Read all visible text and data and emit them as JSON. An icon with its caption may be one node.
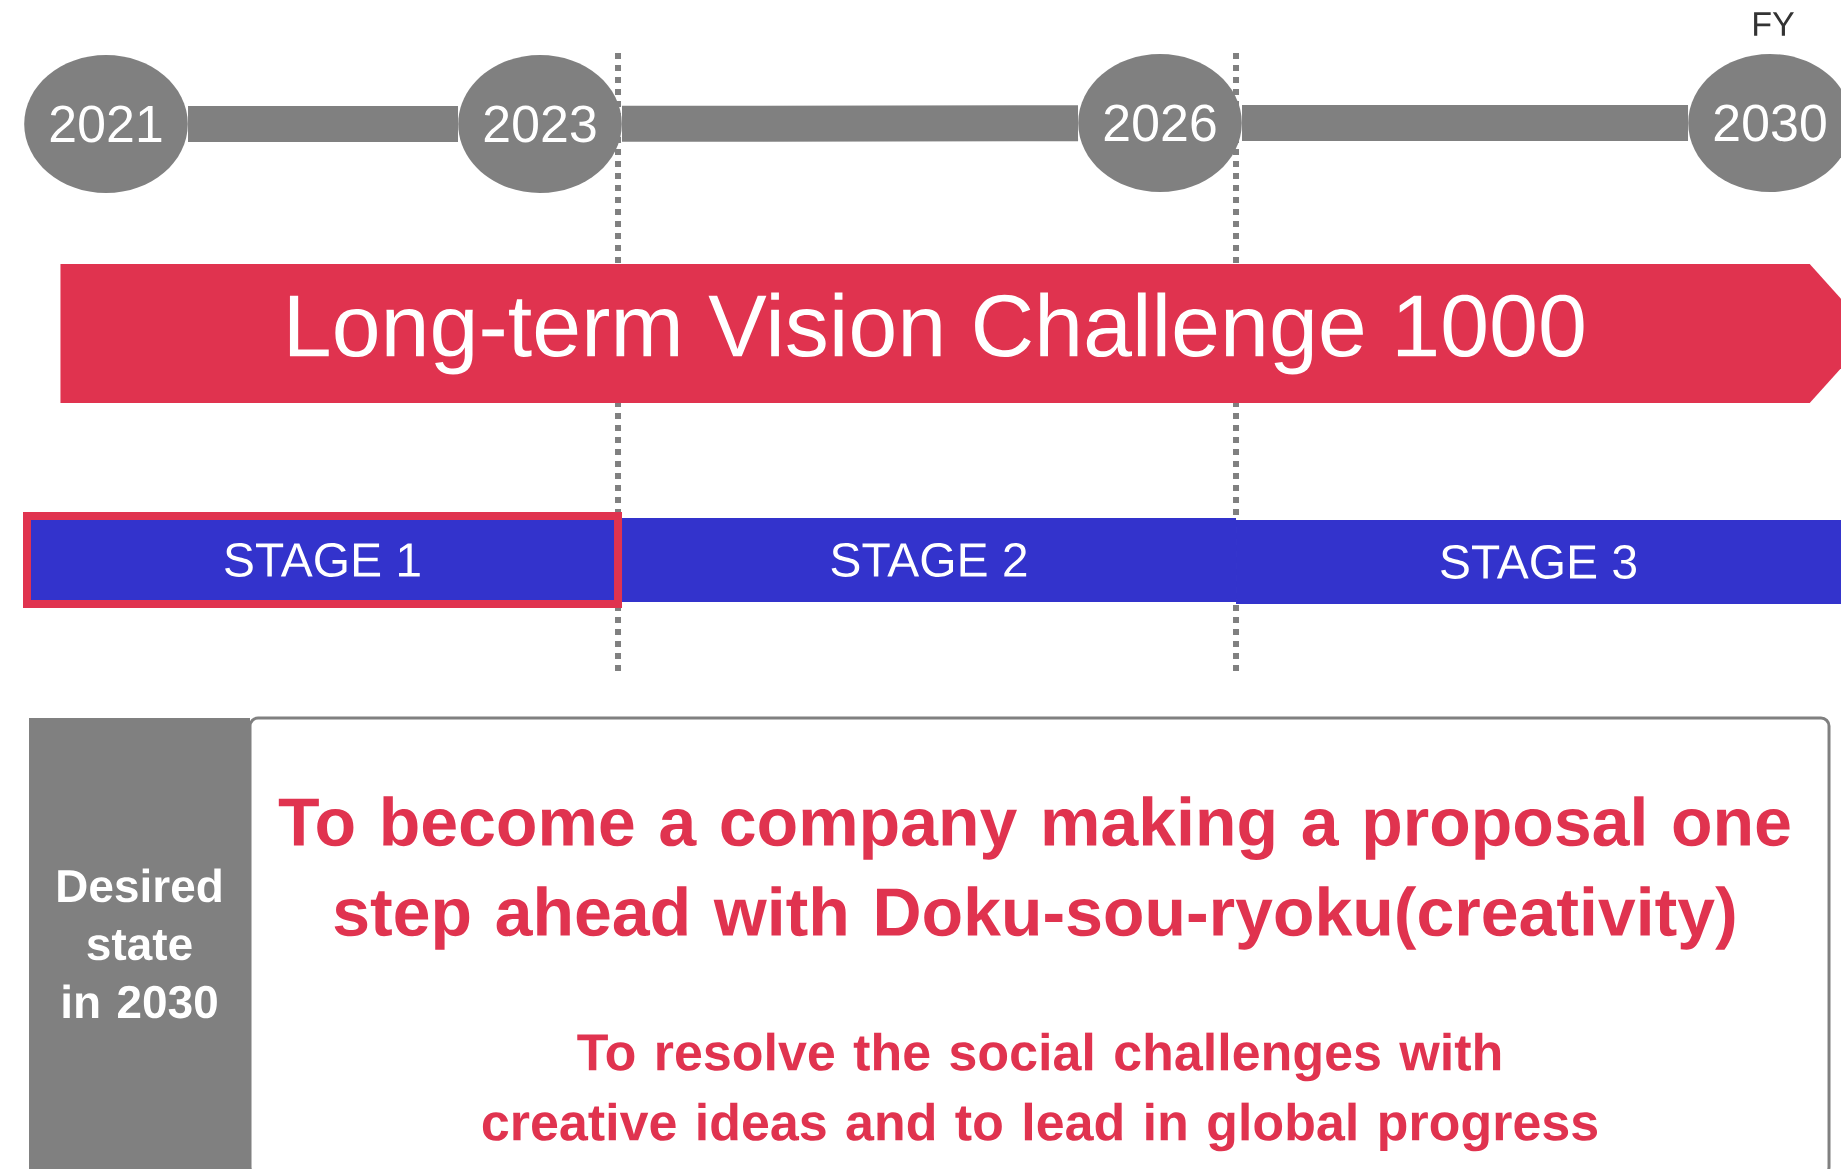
{
  "diagram": {
    "nodes": [
      {
        "text": [
          "2021"
        ]
      },
      {
        "text": [
          "2023"
        ]
      },
      {
        "text": [
          "2026"
        ]
      },
      {
        "text": [
          "2030"
        ]
      },
      {
        "text": [
          "Long-term Vision Challenge 1000"
        ]
      },
      {
        "text": [
          "STAGE 1"
        ]
      },
      {
        "text": [
          "STAGE 2"
        ]
      },
      {
        "text": [
          "STAGE 3"
        ]
      },
      {
        "text": [
          "Desired state in 2030"
        ]
      },
      {
        "text": [
          "To become a company making a proposal one step ahead with Doku-sou-ryoku(creativity)",
          "To resolve the social challenges with creative ideas and to lead in global progress"
        ]
      }
    ],
    "edges": [
      {
        "from": 0,
        "to": 1,
        "arrow": "none"
      },
      {
        "from": 1,
        "to": 2,
        "arrow": "none"
      },
      {
        "from": 2,
        "to": 3,
        "arrow": "none"
      }
    ],
    "labels": [
      "FY"
    ]
  }
}
